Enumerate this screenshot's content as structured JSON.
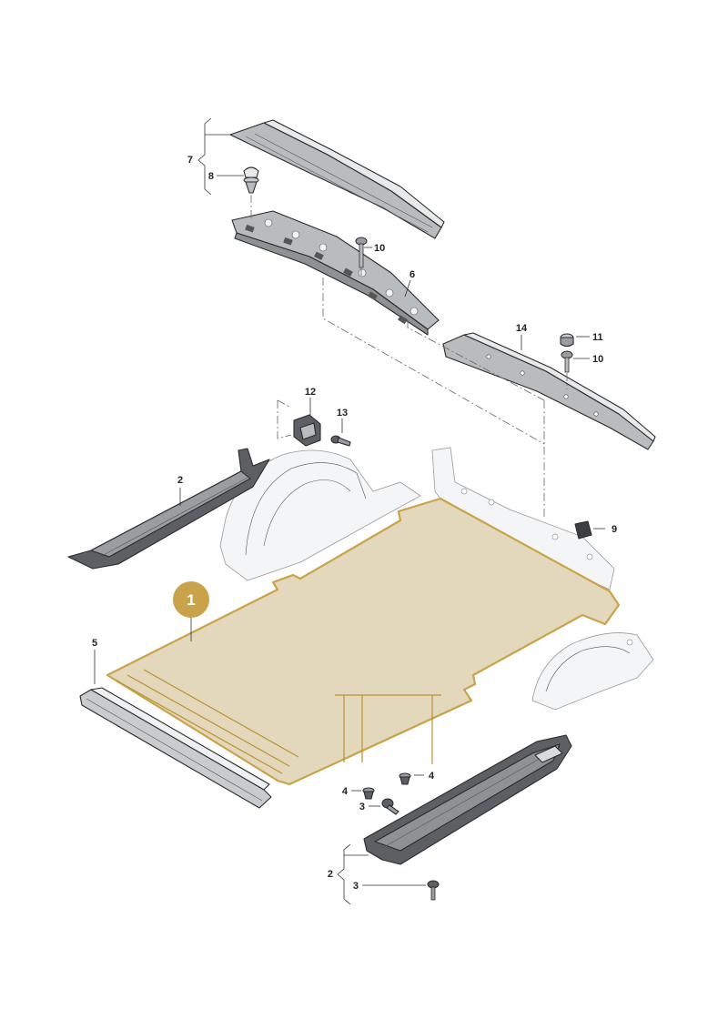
{
  "colors": {
    "highlight": "#c9a34a",
    "mat_fill": "#e3d8bc",
    "part_dark": "#5c5f63",
    "part_mid": "#b9bcbf",
    "part_light": "#e7e9eb",
    "line": "#2a2a2a"
  },
  "callouts": {
    "c1": "1",
    "c2a": "2",
    "c2b": "2",
    "c3a": "3",
    "c3b": "3",
    "c4a": "4",
    "c4b": "4",
    "c5": "5",
    "c6": "6",
    "c7": "7",
    "c8": "8",
    "c9": "9",
    "c10a": "10",
    "c10b": "10",
    "c11": "11",
    "c12": "12",
    "c13": "13",
    "c14": "14"
  }
}
